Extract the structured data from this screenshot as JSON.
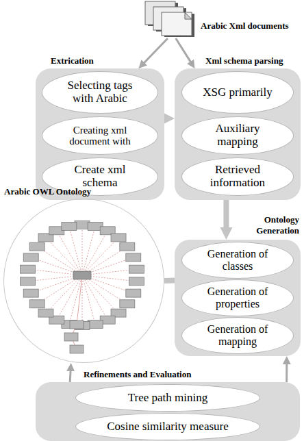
{
  "diagram": {
    "nodes": [
      {
        "text": [
          "Arabic Xml documents"
        ]
      },
      {
        "text": [
          "Extrication"
        ]
      },
      {
        "text": [
          "Selecting tags with Arabic"
        ],
        "in": 1
      },
      {
        "text": [
          "Creating xml document with"
        ],
        "in": 1
      },
      {
        "text": [
          "Create xml schema"
        ],
        "in": 1
      },
      {
        "text": [
          "Xml schema parsing"
        ]
      },
      {
        "text": [
          "XSG primarily"
        ],
        "in": 5
      },
      {
        "text": [
          "Auxiliary mapping"
        ],
        "in": 5
      },
      {
        "text": [
          "Retrieved information"
        ],
        "in": 5
      },
      {
        "text": [
          "Arabic OWL Ontology"
        ]
      },
      {
        "text": [
          "Ontology Generation"
        ]
      },
      {
        "text": [
          "Generation of classes"
        ],
        "in": 10
      },
      {
        "text": [
          "Generation of properties"
        ],
        "in": 10
      },
      {
        "text": [
          "Generation of mapping"
        ],
        "in": 10
      },
      {
        "text": [
          "Refinements and Evaluation"
        ]
      },
      {
        "text": [
          "Tree path mining"
        ],
        "in": 14
      },
      {
        "text": [
          "Cosine similarity measure"
        ],
        "in": 14
      }
    ],
    "edges": [
      {
        "from": 0,
        "to": 1,
        "arrow": "to"
      },
      {
        "from": 0,
        "to": 5,
        "arrow": "to"
      },
      {
        "from": 1,
        "to": 5,
        "arrow": "to"
      },
      {
        "from": 5,
        "to": 10,
        "arrow": "to"
      },
      {
        "from": 10,
        "to": 9,
        "arrow": "none"
      },
      {
        "from": 14,
        "to": 9,
        "arrow": "to"
      },
      {
        "from": 14,
        "to": 10,
        "arrow": "to"
      }
    ]
  }
}
